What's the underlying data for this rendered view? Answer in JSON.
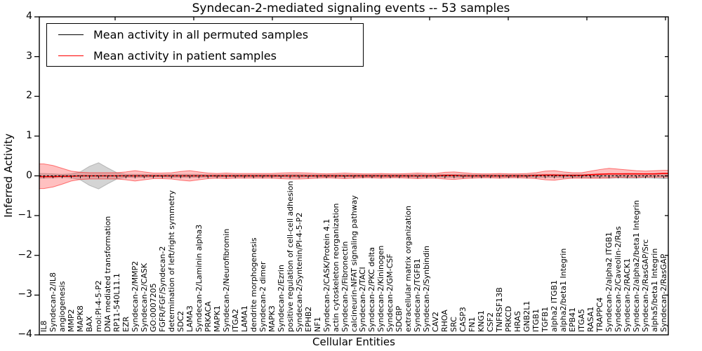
{
  "title": "Syndecan-2-mediated signaling events -- 53 samples",
  "xlabel": "Cellular Entities",
  "ylabel": "Inferred Activity",
  "legend": {
    "entries": [
      {
        "label": "Mean activity in all permuted samples",
        "color": "#000000"
      },
      {
        "label": "Mean activity in patient samples",
        "color": "#ff0000"
      }
    ]
  },
  "colors": {
    "permuted_line": "#000000",
    "patient_line": "#ff0000",
    "permuted_band": "rgba(125,125,125,0.33)",
    "patient_band": "rgba(255,45,45,0.30)",
    "permuted_band_edge": "rgba(110,110,110,0.40)",
    "patient_band_edge": "rgba(255,0,0,0.50)",
    "axis": "#000000"
  },
  "chart_data": {
    "type": "line",
    "title": "Syndecan-2-mediated signaling events -- 53 samples",
    "xlabel": "Cellular Entities",
    "ylabel": "Inferred Activity",
    "ylim": [
      -4,
      4
    ],
    "yticks": [
      4,
      3,
      2,
      1,
      0,
      -1,
      -2,
      -3,
      -4
    ],
    "grid": false,
    "legend_position": "upper left",
    "categories": [
      "IL8",
      "Syndecan-2/IL8",
      "angiogenesis",
      "MMP2",
      "MAPK8",
      "BAX",
      "mol:PI-4-5-P2",
      "DNA mediated transformation",
      "RP11-540L11.1",
      "EZR",
      "Syndecan-2/MMP2",
      "Syndecan-2/CASK",
      "GO:0007205",
      "FGFR/FGF/Syndecan-2",
      "determination of left/right symmetry",
      "SDC2",
      "LAMA3",
      "Syndecan-2/Laminin alpha3",
      "PRKACA",
      "MAPK1",
      "Syndecan-2/Neurofibromin",
      "ITGA2",
      "LAMA1",
      "dendrite morphogenesis",
      "Syndecan-2 dimer",
      "MAPK3",
      "Syndecan-2/Ezrin",
      "positive regulation of cell-cell adhesion",
      "Syndecan-2/Syntenin/PI-4-5-P2",
      "EPHB2",
      "NF1",
      "Syndecan-2/CASK/Protein 4.1",
      "actin cytoskeleton reorganization",
      "Syndecan-2/Fibronectin",
      "calcineurin-NFAT signaling pathway",
      "Syndecan-2/TACI",
      "Syndecan-2/PKC delta",
      "Syndecan-2/Kininogen",
      "Syndecan-2/GM-CSF",
      "SDCBP",
      "extracellular matrix organization",
      "Syndecan-2/TGFB1",
      "Syndecan-2/Synbindin",
      "CAV2",
      "RHOA",
      "SRC",
      "CASP3",
      "FN1",
      "KNG1",
      "CSF2",
      "TNFRSF13B",
      "PRKCD",
      "HRAS",
      "GNB2L1",
      "ITGB1",
      "TGFB1",
      "alpha2 ITGB1",
      "alpha2/beta1 Integrin",
      "EPB41",
      "ITGA5",
      "RASA1",
      "TRAPPC4",
      "Syndecan-2/alpha2 ITGB1",
      "Syndecan-2/Caveolin-2/Ras",
      "Syndecan-2/RACK1",
      "Syndecan-2/alpha2/beta1 Integrin",
      "Syndecan-2/RasGAP/Src",
      "alpha5/beta1 Integrin",
      "Syndecan-2/RasGAP"
    ],
    "series": [
      {
        "name": "Mean activity in all permuted samples",
        "color": "#000000",
        "style": "dashed",
        "values": [
          0,
          0,
          0,
          0,
          0,
          0,
          0,
          0,
          0,
          0,
          0,
          0,
          0,
          0,
          0,
          0,
          0,
          0,
          0,
          0,
          0,
          0,
          0,
          0,
          0,
          0,
          0,
          0,
          0,
          0,
          0,
          0,
          0,
          0,
          0,
          0,
          0,
          0,
          0,
          0,
          0,
          0,
          0,
          0,
          0,
          0,
          0,
          0,
          0,
          0,
          0,
          0,
          0,
          0,
          0,
          0,
          0,
          0,
          0,
          0,
          0,
          0,
          0,
          0,
          0,
          0,
          0,
          0,
          0
        ]
      },
      {
        "name": "Mean activity in patient samples",
        "color": "#ff0000",
        "style": "solid",
        "values": [
          -0.02,
          -0.02,
          -0.01,
          -0.01,
          0,
          0,
          0,
          0,
          0,
          0,
          0,
          0,
          0,
          0,
          0,
          0,
          0,
          0,
          0,
          0,
          0,
          0,
          0,
          0,
          0,
          0,
          0,
          0,
          0,
          0,
          0,
          0,
          0,
          0,
          0,
          0,
          0,
          0,
          0,
          0,
          0,
          0,
          0,
          0,
          0.01,
          0.01,
          0,
          0,
          0,
          0,
          0,
          0,
          0,
          0,
          0.01,
          0.02,
          0.02,
          0.01,
          0.01,
          0.01,
          0.03,
          0.04,
          0.05,
          0.05,
          0.05,
          0.05,
          0.05,
          0.05,
          0.06
        ]
      }
    ],
    "bands": [
      {
        "name": "permuted-band",
        "upper": [
          0.06,
          0.05,
          0.04,
          0.05,
          0.1,
          0.24,
          0.33,
          0.2,
          0.08,
          0.04,
          0.04,
          0.04,
          0.03,
          0.03,
          0.04,
          0.04,
          0.04,
          0.04,
          0.03,
          0.03,
          0.03,
          0.03,
          0.03,
          0.03,
          0.03,
          0.03,
          0.03,
          0.04,
          0.04,
          0.03,
          0.03,
          0.03,
          0.03,
          0.03,
          0.03,
          0.03,
          0.03,
          0.03,
          0.03,
          0.03,
          0.03,
          0.04,
          0.03,
          0.03,
          0.04,
          0.04,
          0.04,
          0.03,
          0.03,
          0.03,
          0.03,
          0.03,
          0.03,
          0.03,
          0.04,
          0.04,
          0.04,
          0.04,
          0.04,
          0.04,
          0.04,
          0.05,
          0.05,
          0.05,
          0.06,
          0.06,
          0.05,
          0.06,
          0.07
        ],
        "lower": [
          -0.06,
          -0.05,
          -0.04,
          -0.05,
          -0.1,
          -0.24,
          -0.33,
          -0.2,
          -0.08,
          -0.04,
          -0.04,
          -0.04,
          -0.03,
          -0.03,
          -0.04,
          -0.04,
          -0.04,
          -0.04,
          -0.03,
          -0.03,
          -0.03,
          -0.03,
          -0.03,
          -0.03,
          -0.03,
          -0.03,
          -0.03,
          -0.04,
          -0.04,
          -0.03,
          -0.03,
          -0.03,
          -0.03,
          -0.03,
          -0.03,
          -0.03,
          -0.03,
          -0.03,
          -0.03,
          -0.03,
          -0.03,
          -0.04,
          -0.03,
          -0.03,
          -0.04,
          -0.04,
          -0.04,
          -0.03,
          -0.03,
          -0.03,
          -0.03,
          -0.03,
          -0.03,
          -0.03,
          -0.04,
          -0.04,
          -0.04,
          -0.04,
          -0.04,
          -0.04,
          -0.05,
          -0.05,
          -0.06,
          -0.05,
          -0.06,
          -0.06,
          -0.05,
          -0.06,
          -0.07
        ]
      },
      {
        "name": "patient-band",
        "upper": [
          0.3,
          0.26,
          0.19,
          0.12,
          0.09,
          0.08,
          0.08,
          0.08,
          0.08,
          0.1,
          0.13,
          0.1,
          0.07,
          0.07,
          0.08,
          0.11,
          0.13,
          0.1,
          0.07,
          0.06,
          0.07,
          0.06,
          0.06,
          0.06,
          0.06,
          0.06,
          0.07,
          0.08,
          0.08,
          0.07,
          0.06,
          0.05,
          0.06,
          0.07,
          0.06,
          0.05,
          0.05,
          0.06,
          0.05,
          0.05,
          0.06,
          0.07,
          0.06,
          0.06,
          0.09,
          0.1,
          0.08,
          0.06,
          0.05,
          0.05,
          0.06,
          0.05,
          0.05,
          0.06,
          0.08,
          0.12,
          0.13,
          0.1,
          0.08,
          0.08,
          0.12,
          0.16,
          0.19,
          0.17,
          0.15,
          0.13,
          0.12,
          0.13,
          0.14
        ],
        "lower": [
          -0.32,
          -0.28,
          -0.21,
          -0.13,
          -0.09,
          -0.08,
          -0.08,
          -0.08,
          -0.08,
          -0.1,
          -0.13,
          -0.1,
          -0.07,
          -0.07,
          -0.08,
          -0.11,
          -0.13,
          -0.1,
          -0.07,
          -0.06,
          -0.07,
          -0.06,
          -0.06,
          -0.06,
          -0.06,
          -0.06,
          -0.07,
          -0.08,
          -0.08,
          -0.07,
          -0.06,
          -0.05,
          -0.06,
          -0.07,
          -0.06,
          -0.05,
          -0.05,
          -0.06,
          -0.05,
          -0.05,
          -0.06,
          -0.07,
          -0.06,
          -0.06,
          -0.08,
          -0.09,
          -0.07,
          -0.06,
          -0.05,
          -0.05,
          -0.06,
          -0.05,
          -0.05,
          -0.06,
          -0.07,
          -0.1,
          -0.11,
          -0.08,
          -0.06,
          -0.06,
          -0.06,
          -0.06,
          -0.05,
          -0.04,
          -0.04,
          -0.04,
          -0.03,
          -0.03,
          -0.03
        ]
      }
    ]
  }
}
